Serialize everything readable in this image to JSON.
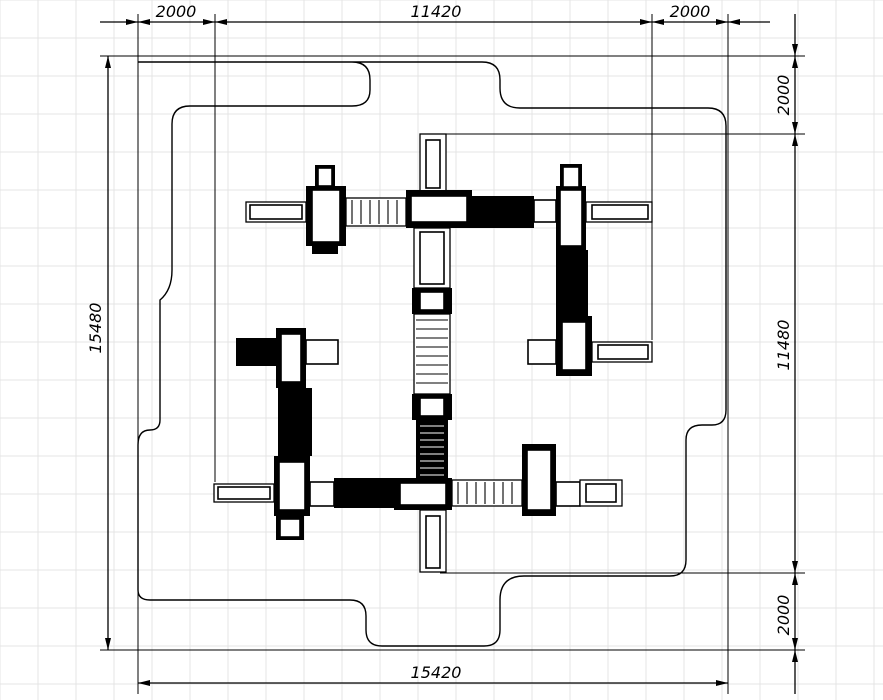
{
  "dimensions": {
    "top_left_margin": "2000",
    "top_span": "11420",
    "top_right_margin": "2000",
    "right_top_margin": "2000",
    "right_span": "11480",
    "right_bottom_margin": "2000",
    "left_total": "15480",
    "bottom_total": "15420"
  }
}
